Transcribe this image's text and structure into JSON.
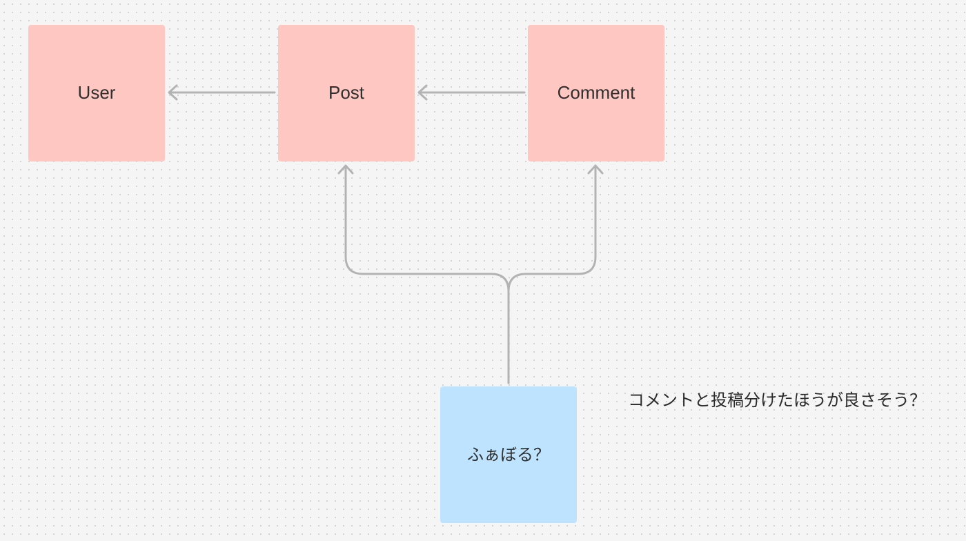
{
  "diagram": {
    "nodes": [
      {
        "id": "user",
        "label": "User"
      },
      {
        "id": "post",
        "label": "Post"
      },
      {
        "id": "comment",
        "label": "Comment"
      },
      {
        "id": "fabo",
        "label": "ふぁぼる？"
      }
    ],
    "edges": [
      {
        "from": "post",
        "to": "user"
      },
      {
        "from": "comment",
        "to": "post"
      },
      {
        "from": "fabo",
        "to": "post"
      },
      {
        "from": "fabo",
        "to": "comment"
      }
    ],
    "note": "コメントと投稿分けたほうが良さそう？"
  },
  "colors": {
    "canvas_background": "#f5f5f5",
    "grid_dot": "#cfcfcf",
    "entity_sticky": "#ffc7c2",
    "question_sticky": "#bde3ff",
    "connector": "#b3b3b3",
    "text": "#2f2f2f"
  }
}
